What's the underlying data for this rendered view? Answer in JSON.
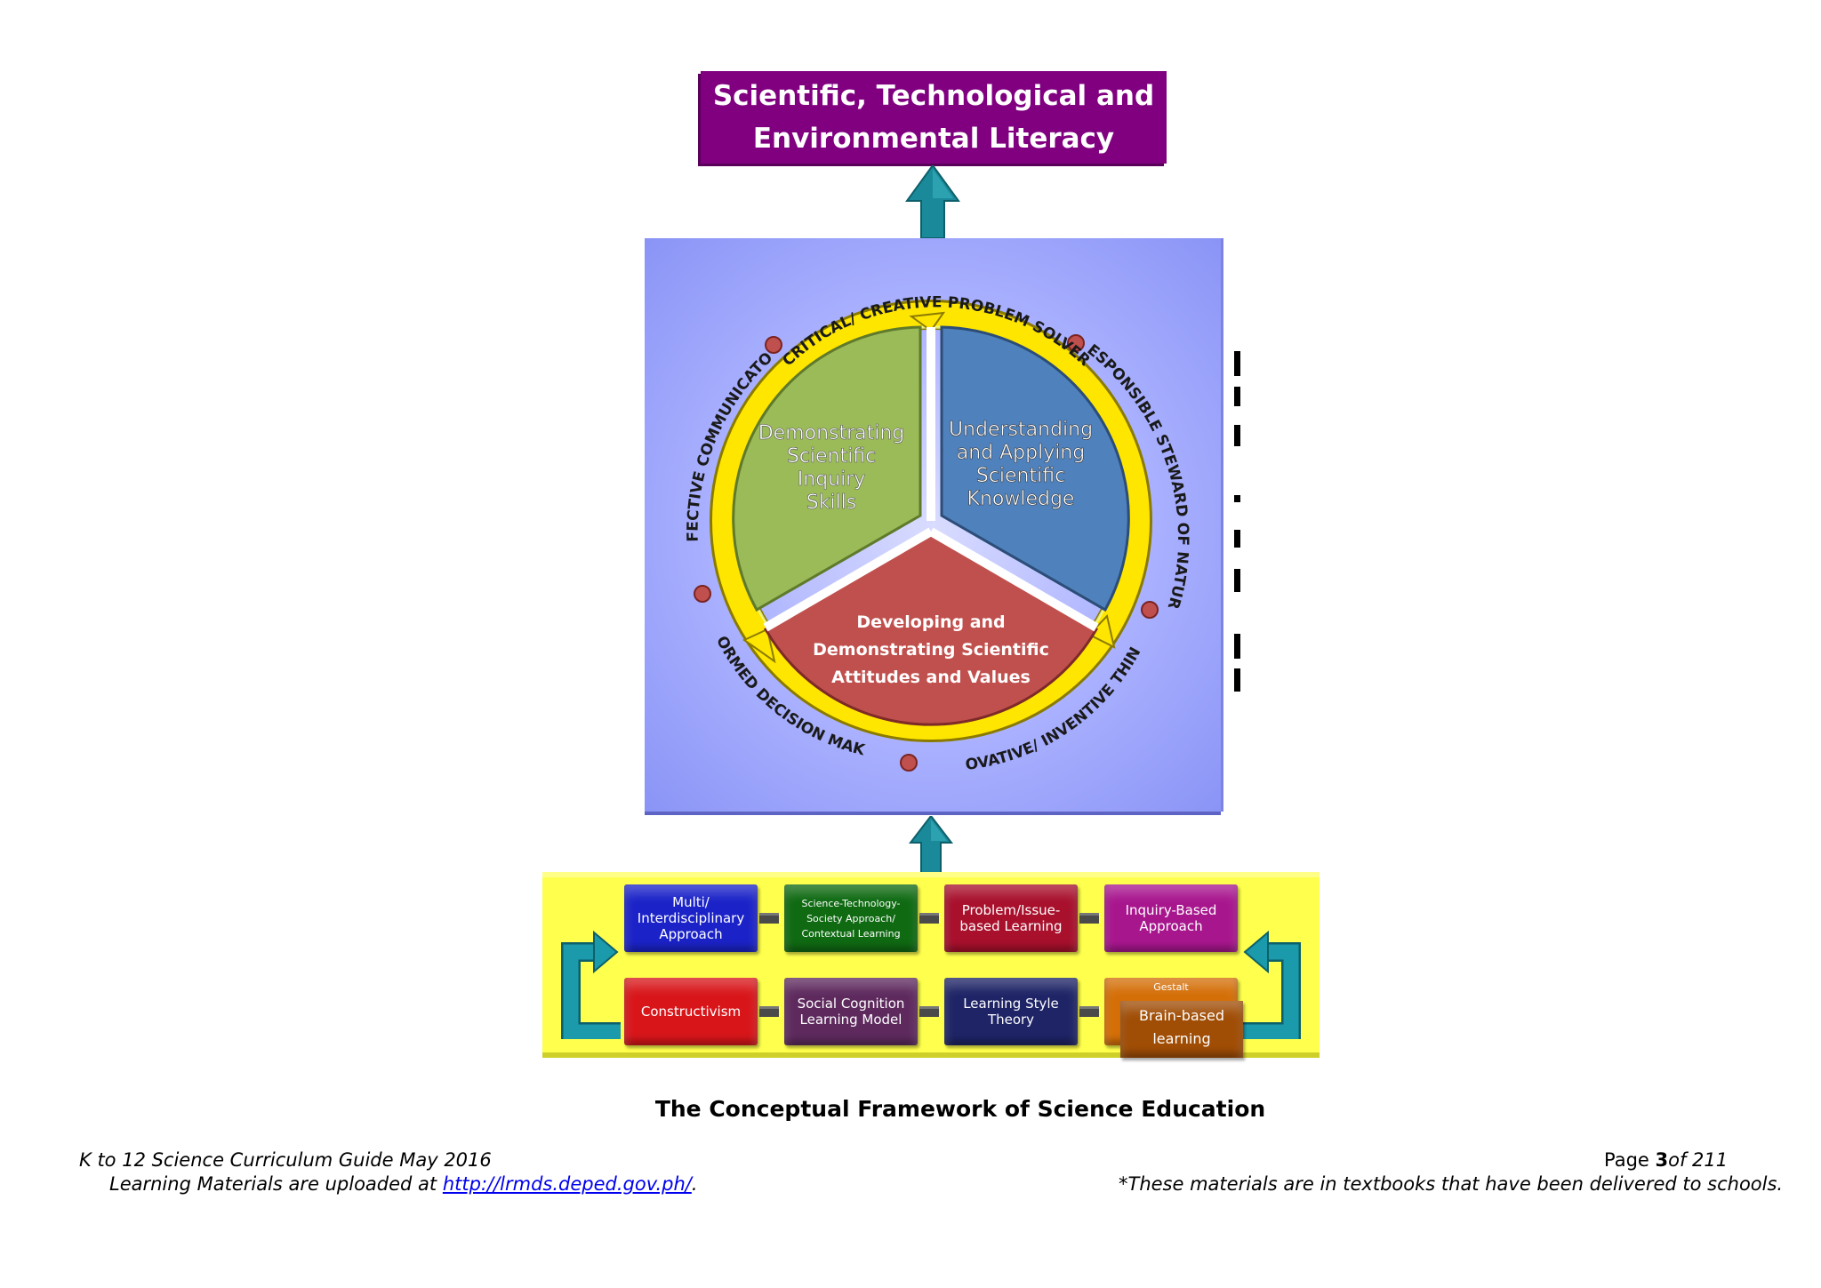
{
  "top_box": {
    "line1": "Scientific, Technological and",
    "line2": "Environmental Literacy"
  },
  "core": {
    "top_left": [
      "Demonstrating",
      "Scientific",
      "Inquiry",
      "Skills"
    ],
    "top_right": [
      "Understanding",
      "and Applying",
      "Scientific",
      "Knowledge"
    ],
    "bottom": [
      "Developing and",
      "Demonstrating Scientific",
      "Attitudes and Values"
    ]
  },
  "ring_labels": {
    "top": "CRITICAL/ CREATIVE PROBLEM SOLVER",
    "right": "RESPONSIBLE STEWARD OF NATURE",
    "bottom_right": "INNOVATIVE/ INVENTIVE THINKER",
    "bottom_left": "INFORMED DECISION MAKER",
    "left": "EFFECTIVE COMMUNICATOR"
  },
  "approaches": {
    "row1": [
      {
        "label": "Multi/ Interdisciplinary Approach",
        "color": "#1b23c8"
      },
      {
        "label": "Science-Technology-Society Approach/ Contextual Learning",
        "color": "#0f6a12"
      },
      {
        "label": "Problem/Issue-based Learning",
        "color": "#a8102c"
      },
      {
        "label": "Inquiry-Based Approach",
        "color": "#a8168e"
      }
    ],
    "row2": [
      {
        "label": "Constructivism",
        "color": "#d8161a"
      },
      {
        "label": "Social Cognition Learning Model",
        "color": "#5e2a5e"
      },
      {
        "label": "Learning Style Theory",
        "color": "#1e2466"
      },
      {
        "label": "Gestalt",
        "color": "#d46f08"
      }
    ],
    "overlay": {
      "label": "Brain-based learning",
      "color": "#a04d05"
    }
  },
  "caption": "The Conceptual Framework of Science Education",
  "footer": {
    "line1_left": "K to 12 Science Curriculum Guide May 2016",
    "line2_prefix": "Learning Materials are uploaded at ",
    "link": "http://lrmds.deped.gov.ph/",
    "line2_suffix": ".",
    "page_word": "Page ",
    "page_num": "3",
    "page_total": "of 211",
    "line2_right": "*These materials are in textbooks that have been delivered to schools."
  },
  "colors": {
    "title_box": "#800080",
    "arrow": "#1a8a9a",
    "ring": "#ffe600",
    "green": "#9bbb59",
    "blue": "#4f81bd",
    "red": "#c0504d",
    "panel": "#ffff4d"
  }
}
